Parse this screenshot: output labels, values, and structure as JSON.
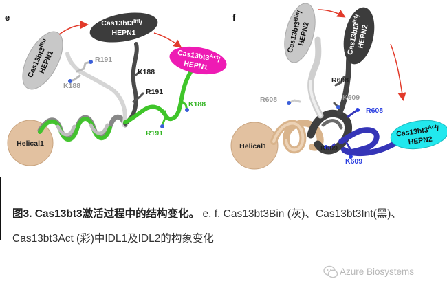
{
  "panel_e": {
    "letter": "e",
    "blob_bin": [
      "Cas13bt3",
      "Bin",
      "/",
      "HEPN1"
    ],
    "blob_int": [
      "Cas13bt3",
      "Int",
      "/",
      "HEPN1"
    ],
    "blob_act": [
      "Cas13bt3",
      "Act",
      "/",
      "HEPN1"
    ],
    "helical": "Helical1",
    "residues": [
      "R191",
      "K188",
      "K188",
      "R191",
      "K188",
      "R191"
    ]
  },
  "panel_f": {
    "letter": "f",
    "blob_bin": [
      "Cas13bt3",
      "Bin",
      "/",
      "HEPN2"
    ],
    "blob_int": [
      "Cas13bt3",
      "Int",
      "/",
      "HEPN2"
    ],
    "blob_act": [
      "Cas13bt3",
      "Act",
      "/",
      "HEPN2"
    ],
    "helical": "Helical1",
    "residues": [
      "R608",
      "K609",
      "R608",
      "R608",
      "K609",
      "K609"
    ]
  },
  "caption": {
    "bold": "图3. Cas13bt3激活过程中的结构变化。",
    "rest": "e, f. Cas13bt3Bin (灰)、Cas13bt3Int(黑)、Cas13bt3Act (彩)中IDL1及IDL2的构象变化"
  },
  "watermark": "Azure Biosystems",
  "colors": {
    "bin": "#c8c8c8",
    "int": "#3c3c3c",
    "act_e": "#ee1bb4",
    "act_f": "#22e8ee",
    "green": "#3fc52a",
    "blue": "#3535b8",
    "helical": "#e2c1a0",
    "arrow": "#e23a2a"
  }
}
